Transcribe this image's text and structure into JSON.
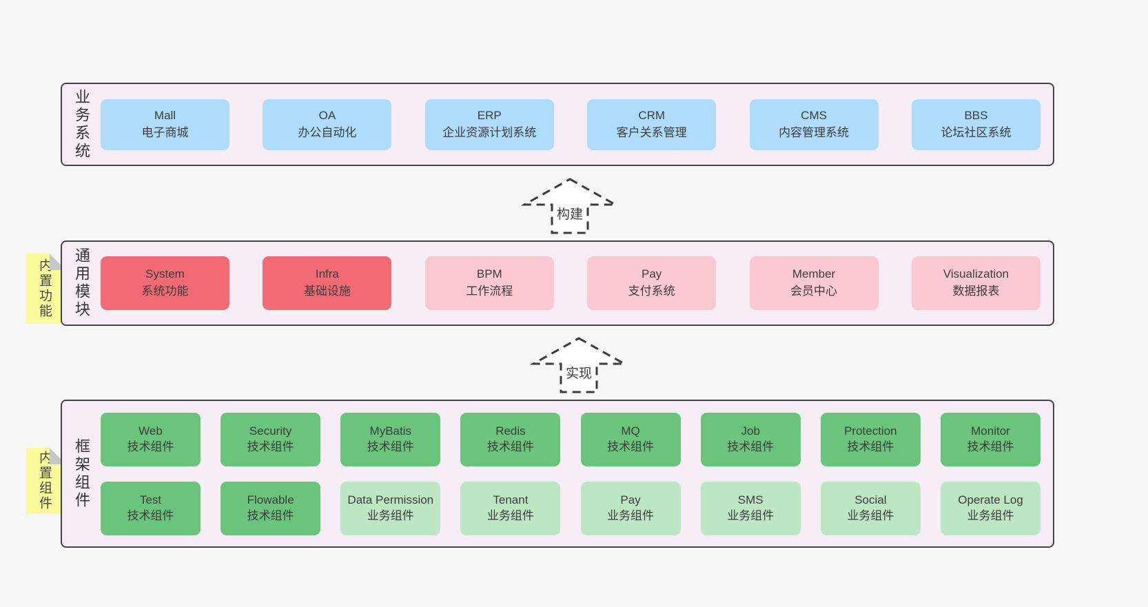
{
  "colors": {
    "page_bg": "#f7f7f7",
    "panel_bg": "#f7edf6",
    "panel_border": "#434343",
    "blue": "#aedcfa",
    "red": "#f26b74",
    "pink": "#fcc9d2",
    "green": "#6ac47c",
    "lightgreen": "#bde6c5",
    "sticky_yellow": "#fbfb9e",
    "fold_gray": "#c8c8c8"
  },
  "arrows": {
    "build": "构建",
    "implement": "实现"
  },
  "business": {
    "label": "业务系统",
    "boxes": [
      {
        "name": "Mall",
        "desc": "电子商城"
      },
      {
        "name": "OA",
        "desc": "办公自动化"
      },
      {
        "name": "ERP",
        "desc": "企业资源计划系统"
      },
      {
        "name": "CRM",
        "desc": "客户关系管理"
      },
      {
        "name": "CMS",
        "desc": "内容管理系统"
      },
      {
        "name": "BBS",
        "desc": "论坛社区系统"
      }
    ]
  },
  "modules": {
    "label": "通用模块",
    "sticky": "内置功能",
    "boxes": [
      {
        "name": "System",
        "desc": "系统功能"
      },
      {
        "name": "Infra",
        "desc": "基础设施"
      },
      {
        "name": "BPM",
        "desc": "工作流程"
      },
      {
        "name": "Pay",
        "desc": "支付系统"
      },
      {
        "name": "Member",
        "desc": "会员中心"
      },
      {
        "name": "Visualization",
        "desc": "数据报表"
      }
    ]
  },
  "framework": {
    "label": "框架组件",
    "sticky": "内置组件",
    "row1": [
      {
        "name": "Web",
        "desc": "技术组件"
      },
      {
        "name": "Security",
        "desc": "技术组件"
      },
      {
        "name": "MyBatis",
        "desc": "技术组件"
      },
      {
        "name": "Redis",
        "desc": "技术组件"
      },
      {
        "name": "MQ",
        "desc": "技术组件"
      },
      {
        "name": "Job",
        "desc": "技术组件"
      },
      {
        "name": "Protection",
        "desc": "技术组件"
      },
      {
        "name": "Monitor",
        "desc": "技术组件"
      }
    ],
    "row2": [
      {
        "name": "Test",
        "desc": "技术组件"
      },
      {
        "name": "Flowable",
        "desc": "技术组件"
      },
      {
        "name": "Data Permission",
        "desc": "业务组件"
      },
      {
        "name": "Tenant",
        "desc": "业务组件"
      },
      {
        "name": "Pay",
        "desc": "业务组件"
      },
      {
        "name": "SMS",
        "desc": "业务组件"
      },
      {
        "name": "Social",
        "desc": "业务组件"
      },
      {
        "name": "Operate Log",
        "desc": "业务组件"
      }
    ]
  }
}
